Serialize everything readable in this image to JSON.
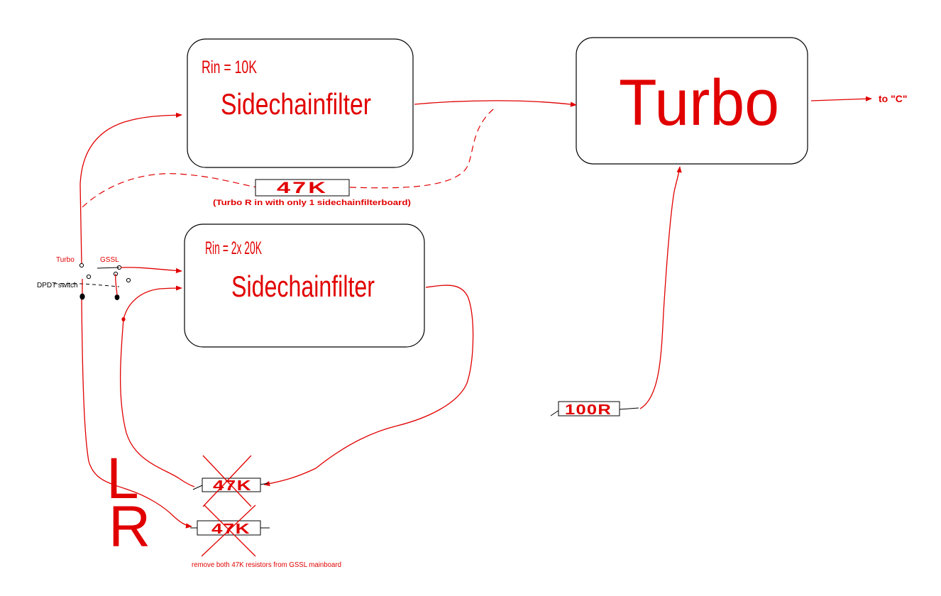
{
  "sidechain_top": {
    "rin": "Rin = 10K",
    "title": "Sidechainfilter"
  },
  "sidechain_bottom": {
    "rin": "Rin = 2x 20K",
    "title": "Sidechainfilter"
  },
  "turbo": {
    "title": "Turbo",
    "output": "to \"C\""
  },
  "resistor_turbo_rin": {
    "value": "47K",
    "note": "(Turbo R in with only 1 sidechainfilterboard)"
  },
  "resistor_100r": {
    "value": "100R"
  },
  "resistor_removed_1": {
    "value": "47K"
  },
  "resistor_removed_2": {
    "value": "47K"
  },
  "removal_note": "remove both 47K resistors from GSSL mainboard",
  "switch": {
    "turbo_label": "Turbo",
    "gssl_label": "GSSL",
    "name": "DPDT switch"
  },
  "channels": {
    "left": "L",
    "right": "R"
  },
  "colors": {
    "wire": "#e10000",
    "outline": "#000000",
    "background": "#ffffff"
  }
}
